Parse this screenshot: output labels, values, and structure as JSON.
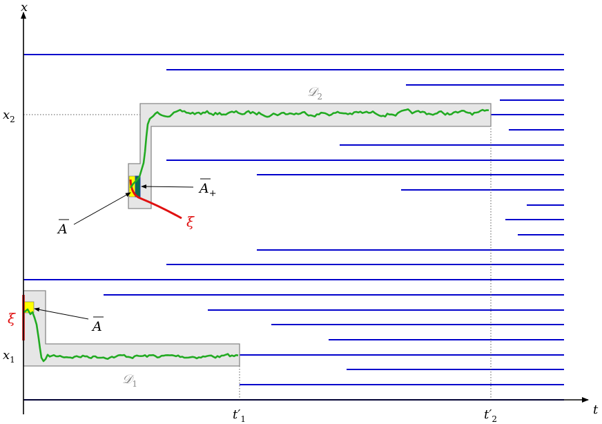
{
  "axes": {
    "x_axis_label": "t",
    "y_axis_label": "x",
    "x_ticks": [
      "t′",
      "t′"
    ],
    "x_tick_subscripts": [
      "1",
      "2"
    ],
    "y_ticks": [
      "x",
      "x"
    ],
    "y_tick_subscripts": [
      "1",
      "2"
    ]
  },
  "labels": {
    "domain_1": {
      "main": "𝒟",
      "sub": "1"
    },
    "domain_2": {
      "main": "𝒟",
      "sub": "2"
    },
    "a_bar_lower": "A",
    "a_bar_upper": "A",
    "a_bar_plus": {
      "main": "A",
      "sub": "+"
    },
    "xi_left": "ξ",
    "xi_right": "ξ"
  },
  "colors": {
    "axis": "#000000",
    "blue_line": "#0000cc",
    "green_path": "#22aa22",
    "red_curve": "#e01010",
    "domain_fill": "#e6e6e6",
    "domain_stroke": "#888888",
    "yellow_box": "#ffff00",
    "dark_green_box": "#0b6e4f",
    "dotted_guide": "#555555",
    "domain_label": "#888888"
  }
}
